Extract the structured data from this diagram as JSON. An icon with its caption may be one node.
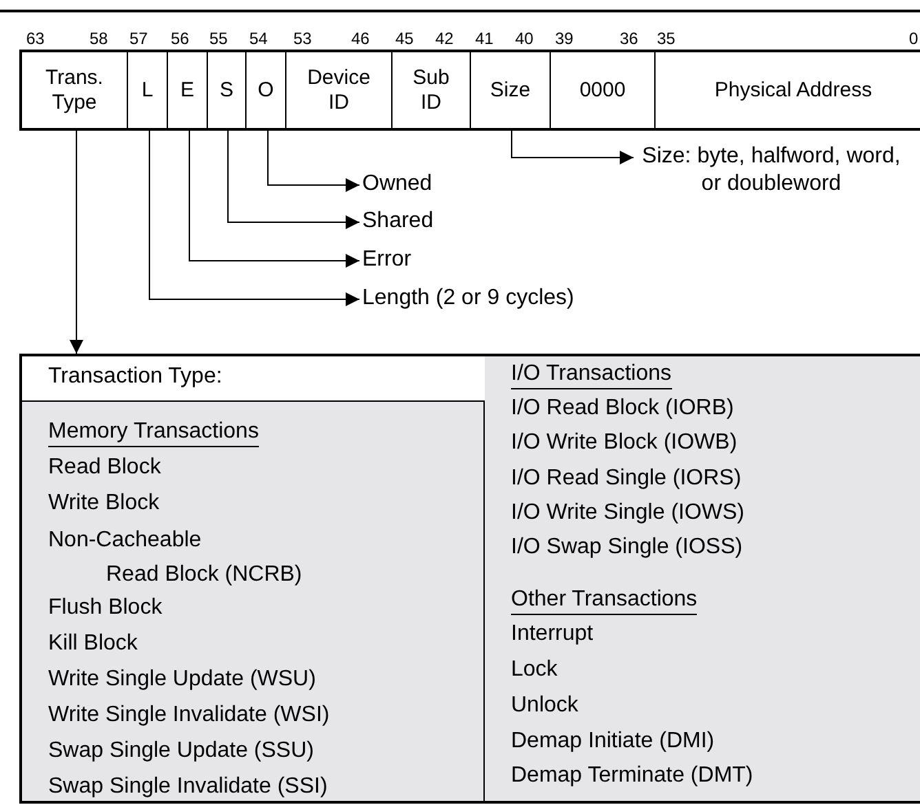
{
  "diagram": {
    "nodes": [
      {
        "text": [
          "Trans. Type"
        ]
      },
      {
        "text": [
          "L"
        ]
      },
      {
        "text": [
          "E"
        ]
      },
      {
        "text": [
          "S"
        ]
      },
      {
        "text": [
          "O"
        ]
      },
      {
        "text": [
          "Device ID"
        ]
      },
      {
        "text": [
          "Sub ID"
        ]
      },
      {
        "text": [
          "Size"
        ]
      },
      {
        "text": [
          "0000"
        ]
      },
      {
        "text": [
          "Physical Address"
        ]
      },
      {
        "text": [
          "Owned"
        ]
      },
      {
        "text": [
          "Shared"
        ]
      },
      {
        "text": [
          "Error"
        ]
      },
      {
        "text": [
          "Length (2 or 9 cycles)"
        ]
      },
      {
        "text": [
          "Size: byte, halfword, word, or doubleword"
        ]
      },
      {
        "text": [
          "Transaction Type:"
        ]
      },
      {
        "text": [
          "Memory Transactions",
          "Read Block",
          "Write Block",
          "Non-Cacheable Read Block (NCRB)",
          "Flush Block",
          "Kill Block",
          "Write Single Update (WSU)",
          "Write Single Invalidate (WSI)",
          "Swap Single Update (SSU)",
          "Swap Single Invalidate (SSI)"
        ],
        "in": 15
      },
      {
        "text": [
          "I/O Transactions",
          "I/O Read Block (IORB)",
          "I/O Write Block (IOWB)",
          "I/O Read Single (IORS)",
          "I/O Write Single (IOWS)",
          "I/O Swap Single (IOSS)",
          "Other Transactions",
          "Interrupt",
          "Lock",
          "Unlock",
          "Demap Initiate (DMI)",
          "Demap Terminate (DMT)"
        ],
        "in": 15
      }
    ],
    "edges": [
      {
        "from": 0,
        "to": 15,
        "arrow": "to"
      },
      {
        "from": 1,
        "to": 13,
        "arrow": "to"
      },
      {
        "from": 2,
        "to": 12,
        "arrow": "to"
      },
      {
        "from": 3,
        "to": 11,
        "arrow": "to"
      },
      {
        "from": 4,
        "to": 10,
        "arrow": "to"
      },
      {
        "from": 7,
        "to": 14,
        "arrow": "to"
      }
    ],
    "labels": [
      "63",
      "58",
      "57",
      "56",
      "55",
      "54",
      "53",
      "46",
      "45",
      "42",
      "41",
      "40",
      "39",
      "36",
      "35",
      "0"
    ]
  }
}
